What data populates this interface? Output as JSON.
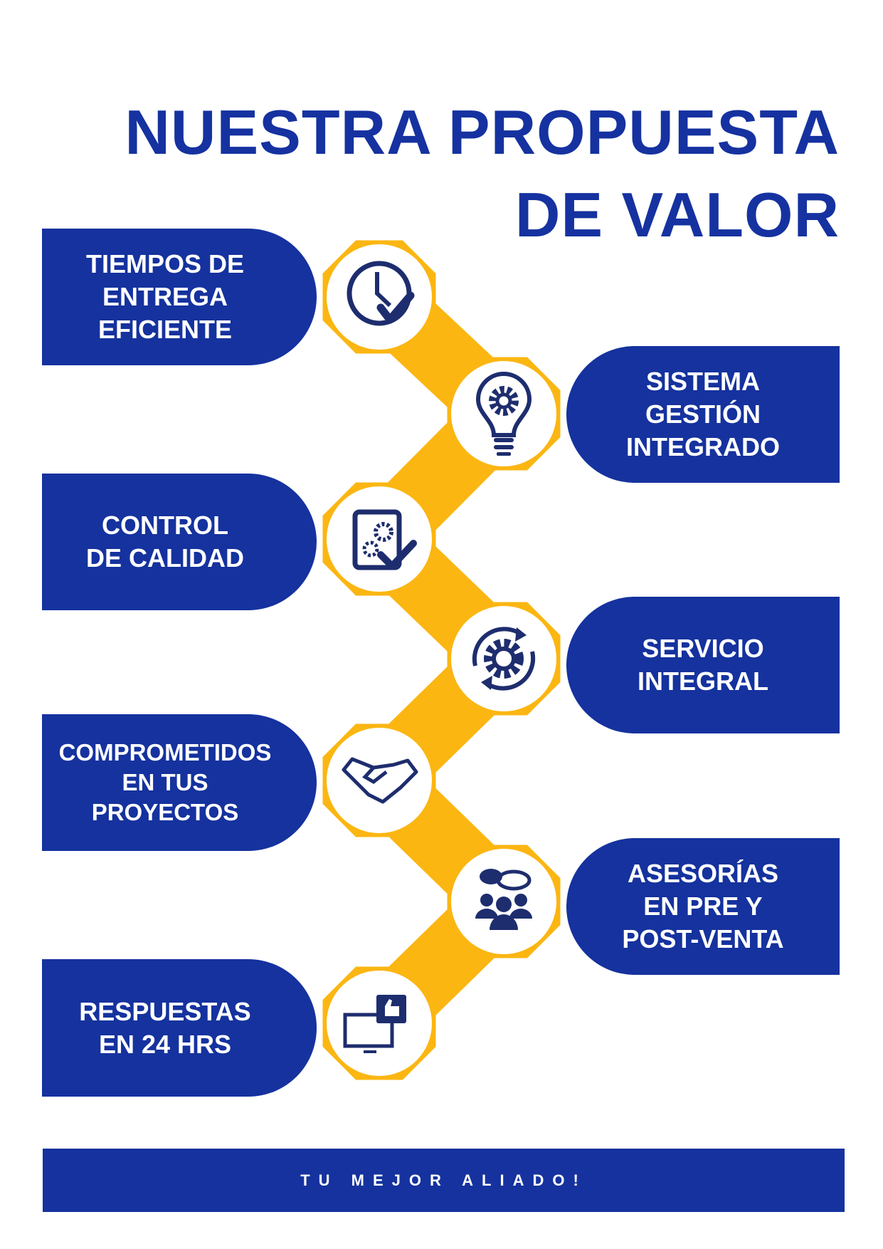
{
  "title": {
    "line1": "NUESTRA PROPUESTA",
    "line2": "DE VALOR"
  },
  "colors": {
    "brand_blue": "#15329e",
    "accent_yellow": "#fbb612",
    "icon_navy": "#1e2d6e"
  },
  "items": [
    {
      "lines": [
        "TIEMPOS DE",
        "ENTREGA",
        "EFICIENTE"
      ],
      "icon": "clock-check-icon"
    },
    {
      "lines": [
        "SISTEMA",
        "GESTIÓN",
        "INTEGRADO"
      ],
      "icon": "lightbulb-gear-icon"
    },
    {
      "lines": [
        "CONTROL",
        "DE CALIDAD"
      ],
      "icon": "document-gears-check-icon"
    },
    {
      "lines": [
        "SERVICIO",
        "INTEGRAL"
      ],
      "icon": "gear-cycle-icon"
    },
    {
      "lines": [
        "COMPROMETIDOS",
        "EN TUS",
        "PROYECTOS"
      ],
      "icon": "handshake-icon"
    },
    {
      "lines": [
        "ASESORÍAS",
        "EN PRE Y",
        "POST-VENTA"
      ],
      "icon": "group-chat-icon"
    },
    {
      "lines": [
        "RESPUESTAS",
        "EN 24 HRS"
      ],
      "icon": "monitor-thumbs-up-icon"
    }
  ],
  "footer": {
    "tagline": "TU MEJOR ALIADO!"
  }
}
